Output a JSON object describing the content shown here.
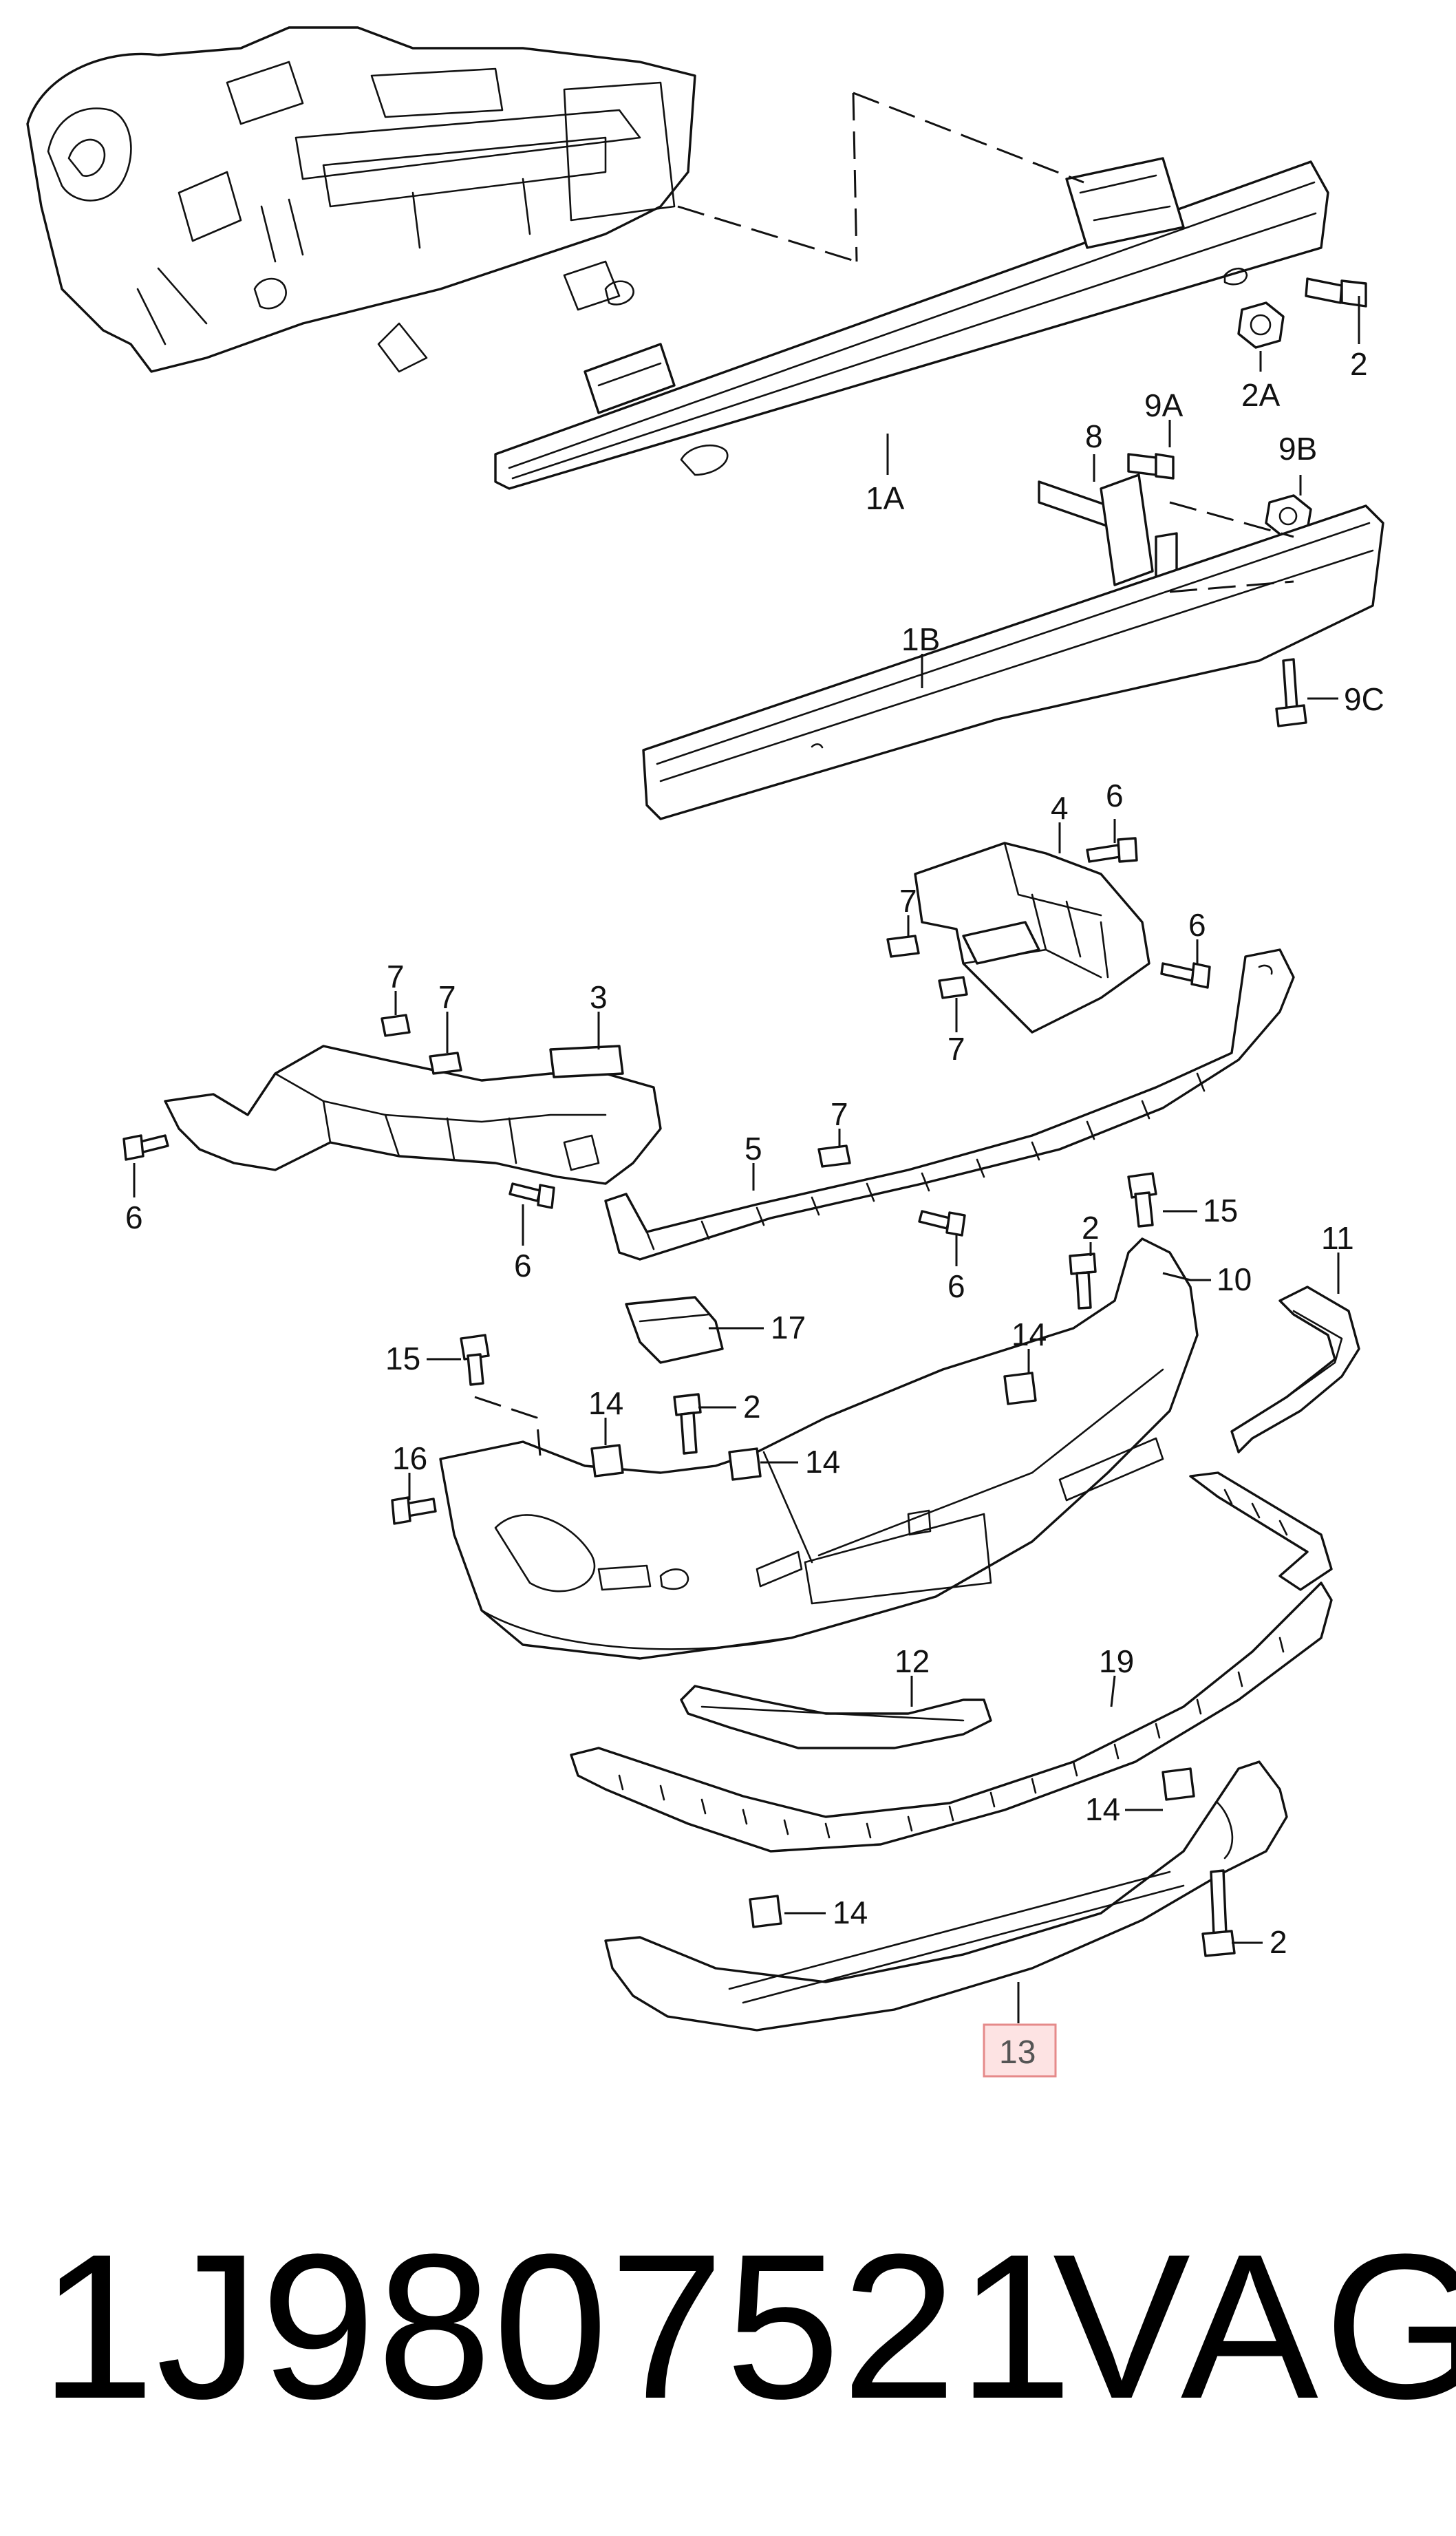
{
  "callouts": {
    "c_2_top": "2",
    "c_2a": "2A",
    "c_1a": "1A",
    "c_8": "8",
    "c_9a": "9A",
    "c_9b": "9B",
    "c_1b": "1B",
    "c_9c": "9C",
    "c_4": "4",
    "c_6_a": "6",
    "c_7_a": "7",
    "c_6_b": "6",
    "c_7_b": "7",
    "c_7_c": "7",
    "c_7_d": "7",
    "c_3": "3",
    "c_6_c": "6",
    "c_6_d": "6",
    "c_5": "5",
    "c_7_e": "7",
    "c_6_e": "6",
    "c_2_b": "2",
    "c_15_a": "15",
    "c_10": "10",
    "c_11": "11",
    "c_17": "17",
    "c_14_a": "14",
    "c_15_b": "15",
    "c_14_b": "14",
    "c_2_c": "2",
    "c_16": "16",
    "c_14_c": "14",
    "c_12": "12",
    "c_19": "19",
    "c_14_d": "14",
    "c_14_e": "14",
    "c_2_d": "2"
  },
  "highlight": {
    "label": "13",
    "color": "#fde3e3",
    "border_color": "#e58a8a"
  },
  "footer": {
    "part_number": "1J9807521",
    "brand": "VAG"
  }
}
